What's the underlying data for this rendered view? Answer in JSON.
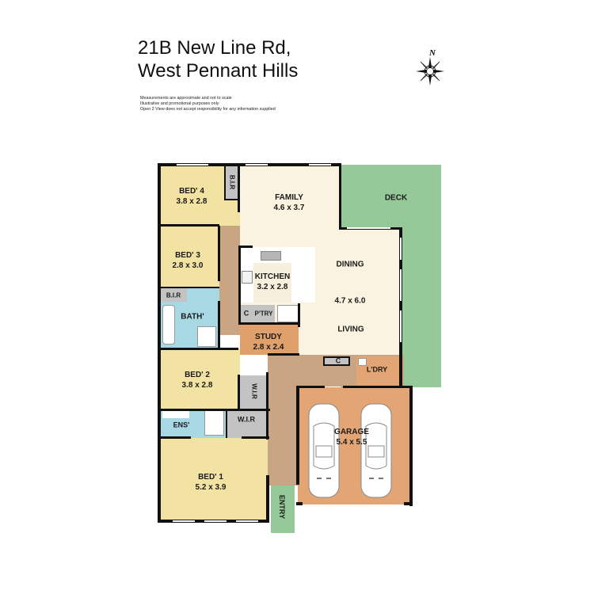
{
  "header": {
    "address_line1": "21B New Line Rd,",
    "address_line2": "West Pennant Hills",
    "disclaimer": [
      "Measurements are approximate and not to scale",
      "Illustrative and promotional purposes only",
      "Open 2 View does not accept responsibility for any information supplied"
    ],
    "compass_label": "N"
  },
  "colors": {
    "bedroom": "#f3e3a3",
    "living": "#faf3e0",
    "deck": "#95c99a",
    "hall": "#c9a583",
    "wet": "#a8d8e3",
    "storage": "#c3c3c3",
    "garage": "#e3a574",
    "study": "#dfa06b",
    "wall": "#111111"
  },
  "rooms": {
    "bed4": {
      "name": "BED' 4",
      "size": "3.8 x 2.8"
    },
    "bed4_bir": {
      "name": "B.I.R"
    },
    "bed3": {
      "name": "BED' 3",
      "size": "2.8 x 3.0"
    },
    "bed3_bir": {
      "name": "B.I.R"
    },
    "bath": {
      "name": "BATH'"
    },
    "bed2": {
      "name": "BED' 2",
      "size": "3.8 x 2.8"
    },
    "wir1": {
      "name": "W.I.R"
    },
    "wir2": {
      "name": "W.I.R"
    },
    "ens": {
      "name": "ENS'"
    },
    "bed1": {
      "name": "BED' 1",
      "size": "5.2 x 3.9"
    },
    "family": {
      "name": "FAMILY",
      "size": "4.6 x 3.7"
    },
    "kitchen": {
      "name": "KITCHEN",
      "size": "3.2 x 2.8"
    },
    "linen_c": {
      "name": "C"
    },
    "pantry": {
      "name": "P'TRY"
    },
    "study": {
      "name": "STUDY",
      "size": "2.8 x 2.4"
    },
    "dining_living": {
      "name_top": "DINING",
      "size": "4.7 x 6.0",
      "name_bottom": "LIVING"
    },
    "deck": {
      "name": "DECK"
    },
    "cupboard_c": {
      "name": "C"
    },
    "laundry": {
      "name": "L'DRY"
    },
    "garage": {
      "name": "GARAGE",
      "size": "5.4 x 5.5"
    },
    "entry": {
      "name": "ENTRY"
    }
  }
}
